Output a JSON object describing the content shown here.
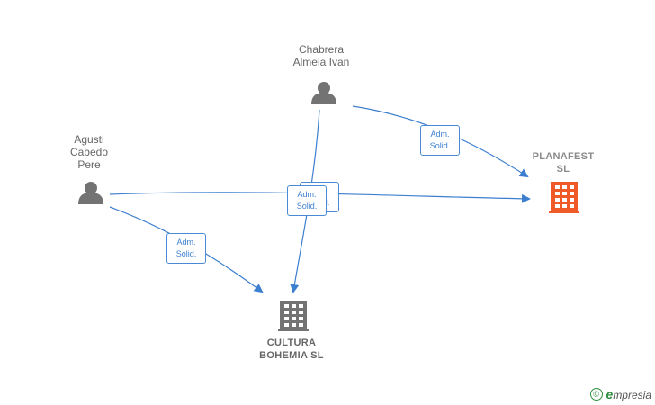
{
  "nodes": {
    "chabrera": {
      "line1": "Chabrera",
      "line2": "Almela Ivan",
      "icon": "person-icon"
    },
    "agusti": {
      "line1": "Agusti",
      "line2": "Cabedo",
      "line3": "Pere",
      "icon": "person-icon"
    },
    "planafest": {
      "line1": "PLANAFEST",
      "line2": "SL",
      "icon": "building-icon",
      "color": "#f05a28"
    },
    "cultura": {
      "line1": "CULTURA",
      "line2": "BOHEMIA  SL",
      "icon": "building-icon",
      "color": "#737373"
    }
  },
  "edges": [
    {
      "from": "Chabrera Almela Ivan",
      "to": "PLANAFEST SL",
      "label_line1": "Adm.",
      "label_line2": "Solid."
    },
    {
      "from": "Chabrera Almela Ivan",
      "to": "CULTURA BOHEMIA SL",
      "label_line1": "Adm.",
      "label_line2": "Solid."
    },
    {
      "from": "Agusti Cabedo Pere",
      "to": "PLANAFEST SL",
      "label_line1": "Adm.",
      "label_line2": "Solid."
    },
    {
      "from": "Agusti Cabedo Pere",
      "to": "CULTURA BOHEMIA SL",
      "label_line1": "Adm.",
      "label_line2": "Solid."
    }
  ],
  "colors": {
    "edge": "#3d7fcf",
    "person": "#737373"
  },
  "footer": {
    "copyright": "©",
    "brand_e": "e",
    "brand_rest": "mpresia"
  }
}
